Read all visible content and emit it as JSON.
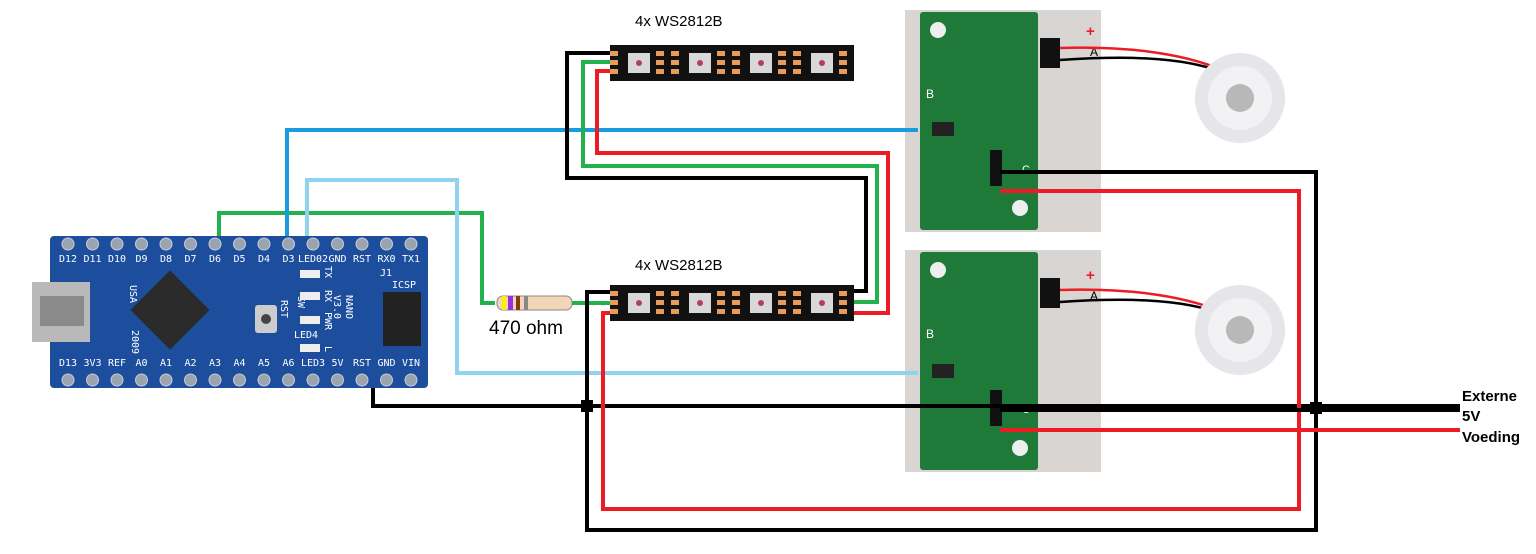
{
  "arduino": {
    "top_pins": [
      "D12",
      "D11",
      "D10",
      "D9",
      "D8",
      "D7",
      "D6",
      "D5",
      "D4",
      "D3",
      "LED02",
      "GND",
      "RST",
      "RX0",
      "TX1"
    ],
    "bottom_pins": [
      "D13",
      "3V3",
      "REF",
      "A0",
      "A1",
      "A2",
      "A3",
      "A4",
      "A5",
      "A6",
      "LED3",
      "5V",
      "RST",
      "GND",
      "VIN"
    ],
    "board_labels": {
      "model": "NANO",
      "version": "V3.0",
      "icsp": "ICSP",
      "j1": "J1",
      "usa": "USA",
      "year": "2009",
      "tx": "TX",
      "rx": "RX",
      "pwr": "PWR",
      "l": "L",
      "led4": "LED4",
      "rst": "RST",
      "sw": "SW"
    }
  },
  "led_strips": [
    {
      "label": "4x WS2812B"
    },
    {
      "label": "4x WS2812B"
    }
  ],
  "resistor": {
    "label": "470 ohm"
  },
  "drivers": [
    {
      "plus": "+",
      "a": "A",
      "b": "B",
      "c": "C"
    },
    {
      "plus": "+",
      "a": "A",
      "b": "B",
      "c": "C"
    }
  ],
  "power": {
    "line1": "Externe",
    "line2": "5V",
    "line3": "Voeding"
  },
  "colors": {
    "red": "#ed1c24",
    "black": "#000000",
    "green": "#22b14c",
    "blue": "#1a9be0",
    "lightblue": "#8fd3ef",
    "board": "#1d4e9e",
    "pcb": "#1f7a3a"
  }
}
